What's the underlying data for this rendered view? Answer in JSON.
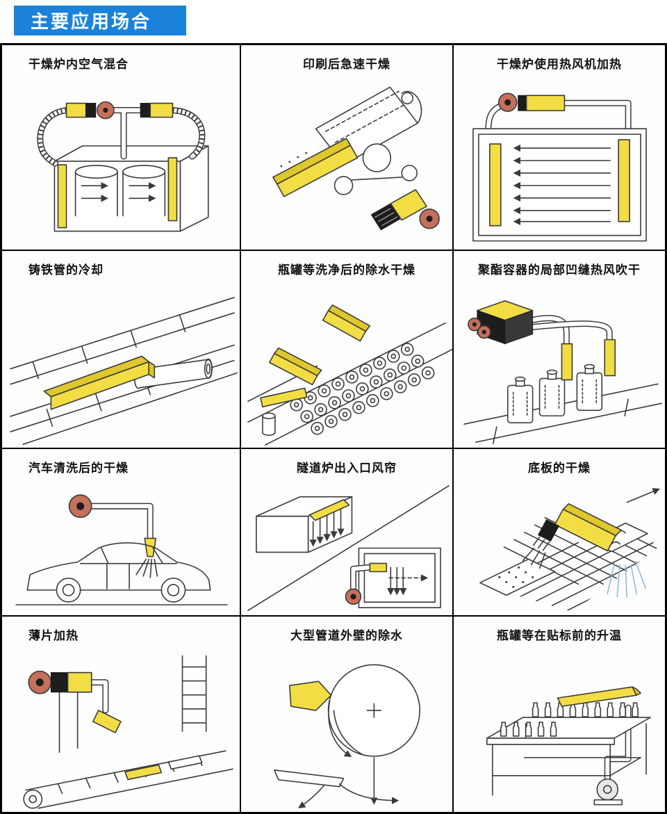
{
  "header": {
    "title": "主要应用场合",
    "bg_color": "#1a82d9",
    "text_color": "#ffffff"
  },
  "colors": {
    "heater_yellow": "#f2dd45",
    "fan_red": "#c4705a",
    "line": "#3a3a3a",
    "grid_border": "#000000",
    "water_blue": "#8fb8dd"
  },
  "grid": {
    "cells": [
      {
        "title": "干燥炉内空气混合",
        "name": "furnace-air-mixing"
      },
      {
        "title": "印刷后急速干燥",
        "name": "post-print-rapid-drying"
      },
      {
        "title": "干燥炉使用热风机加热",
        "name": "furnace-hot-air-heating"
      },
      {
        "title": "铸铁管的冷却",
        "name": "cast-iron-pipe-cooling"
      },
      {
        "title": "瓶罐等洗净后的除水干燥",
        "name": "bottle-dewater-drying"
      },
      {
        "title": "聚酯容器的局部凹缝热风吹干",
        "name": "polyester-container-seam-drying"
      },
      {
        "title": "汽车清洗后的干燥",
        "name": "car-wash-drying"
      },
      {
        "title": "隧道炉出入口风帘",
        "name": "tunnel-furnace-air-curtain"
      },
      {
        "title": "底板的干燥",
        "name": "base-plate-drying"
      },
      {
        "title": "薄片加热",
        "name": "thin-sheet-heating"
      },
      {
        "title": "大型管道外壁的除水",
        "name": "large-pipe-dewatering"
      },
      {
        "title": "瓶罐等在贴标前的升温",
        "name": "bottle-preheat-before-labeling"
      }
    ]
  }
}
